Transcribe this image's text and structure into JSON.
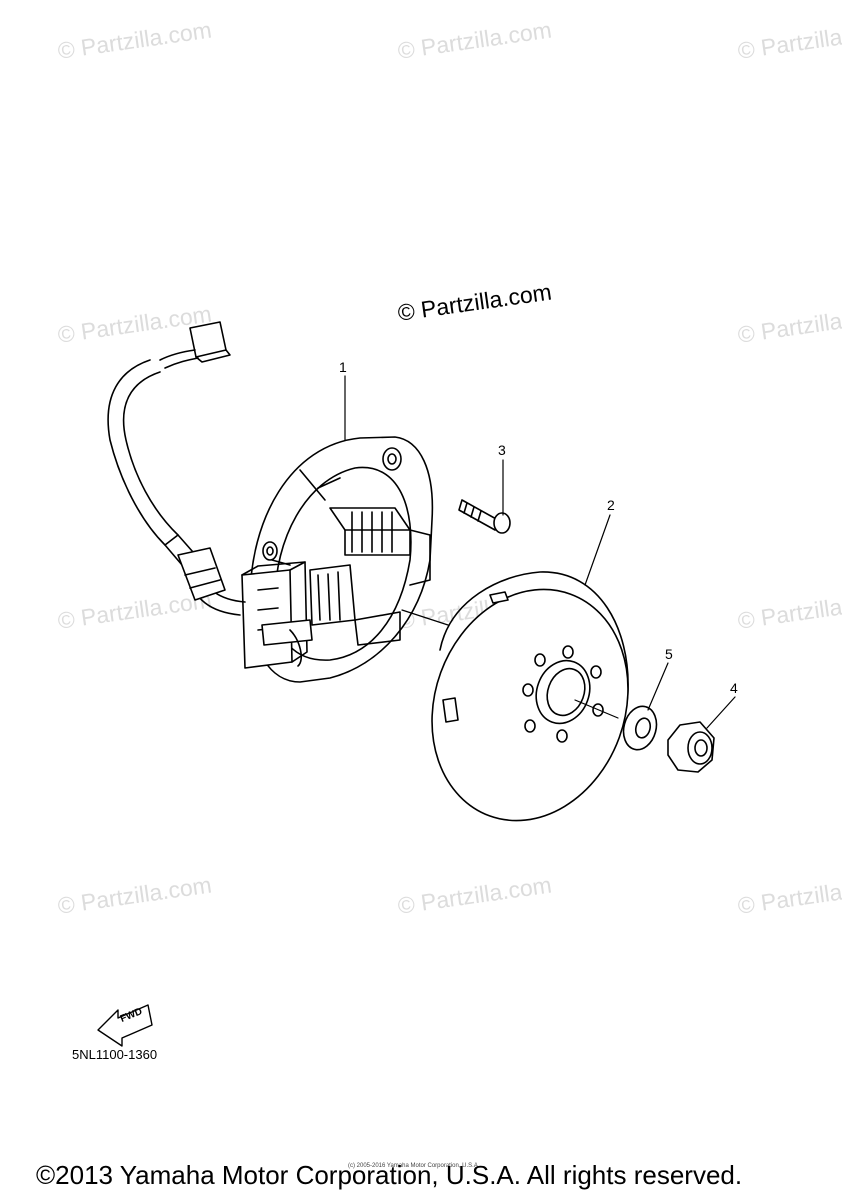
{
  "watermark": {
    "text": "© Partzilla.com"
  },
  "callouts": {
    "c1": "1",
    "c2": "2",
    "c3": "3",
    "c4": "4",
    "c5": "5"
  },
  "fwd_label": "FWD",
  "part_code": "5NL1100-1360",
  "footer": {
    "copyright": "©2013 Yamaha Motor Corporation, U.S.A. All rights reserved.",
    "tiny_copyright": "(c) 2005-2016 Yamaha Motor Corporation, U.S.A."
  }
}
